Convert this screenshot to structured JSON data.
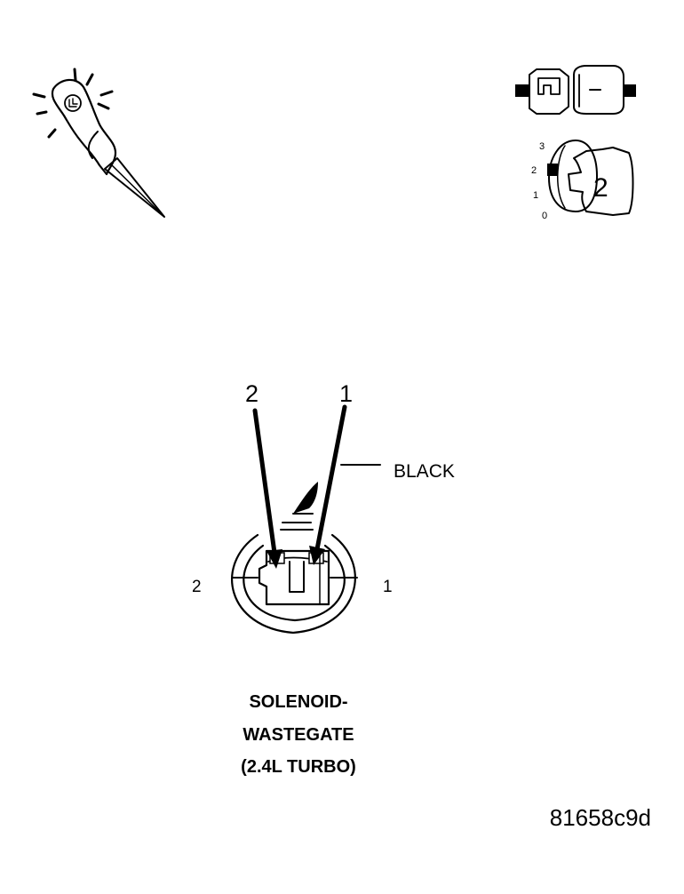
{
  "diagram": {
    "pointer_labels": {
      "left": "2",
      "right": "1"
    },
    "wire_color_label": "BLACK",
    "cavity_labels": {
      "left": "2",
      "right": "1"
    },
    "caption": {
      "line1": "SOLENOID-",
      "line2": "WASTEGATE",
      "line3": "(2.4L TURBO)"
    },
    "figure_id": "81658c9d"
  },
  "key_icon": {
    "positions": [
      "3",
      "2",
      "1",
      "0"
    ],
    "selected_position": "2"
  },
  "icons": {
    "probe": "test-probe-icon",
    "connector": "connector-icon",
    "ignition": "ignition-key-icon"
  },
  "colors": {
    "ink": "#000000",
    "paper": "#ffffff"
  }
}
